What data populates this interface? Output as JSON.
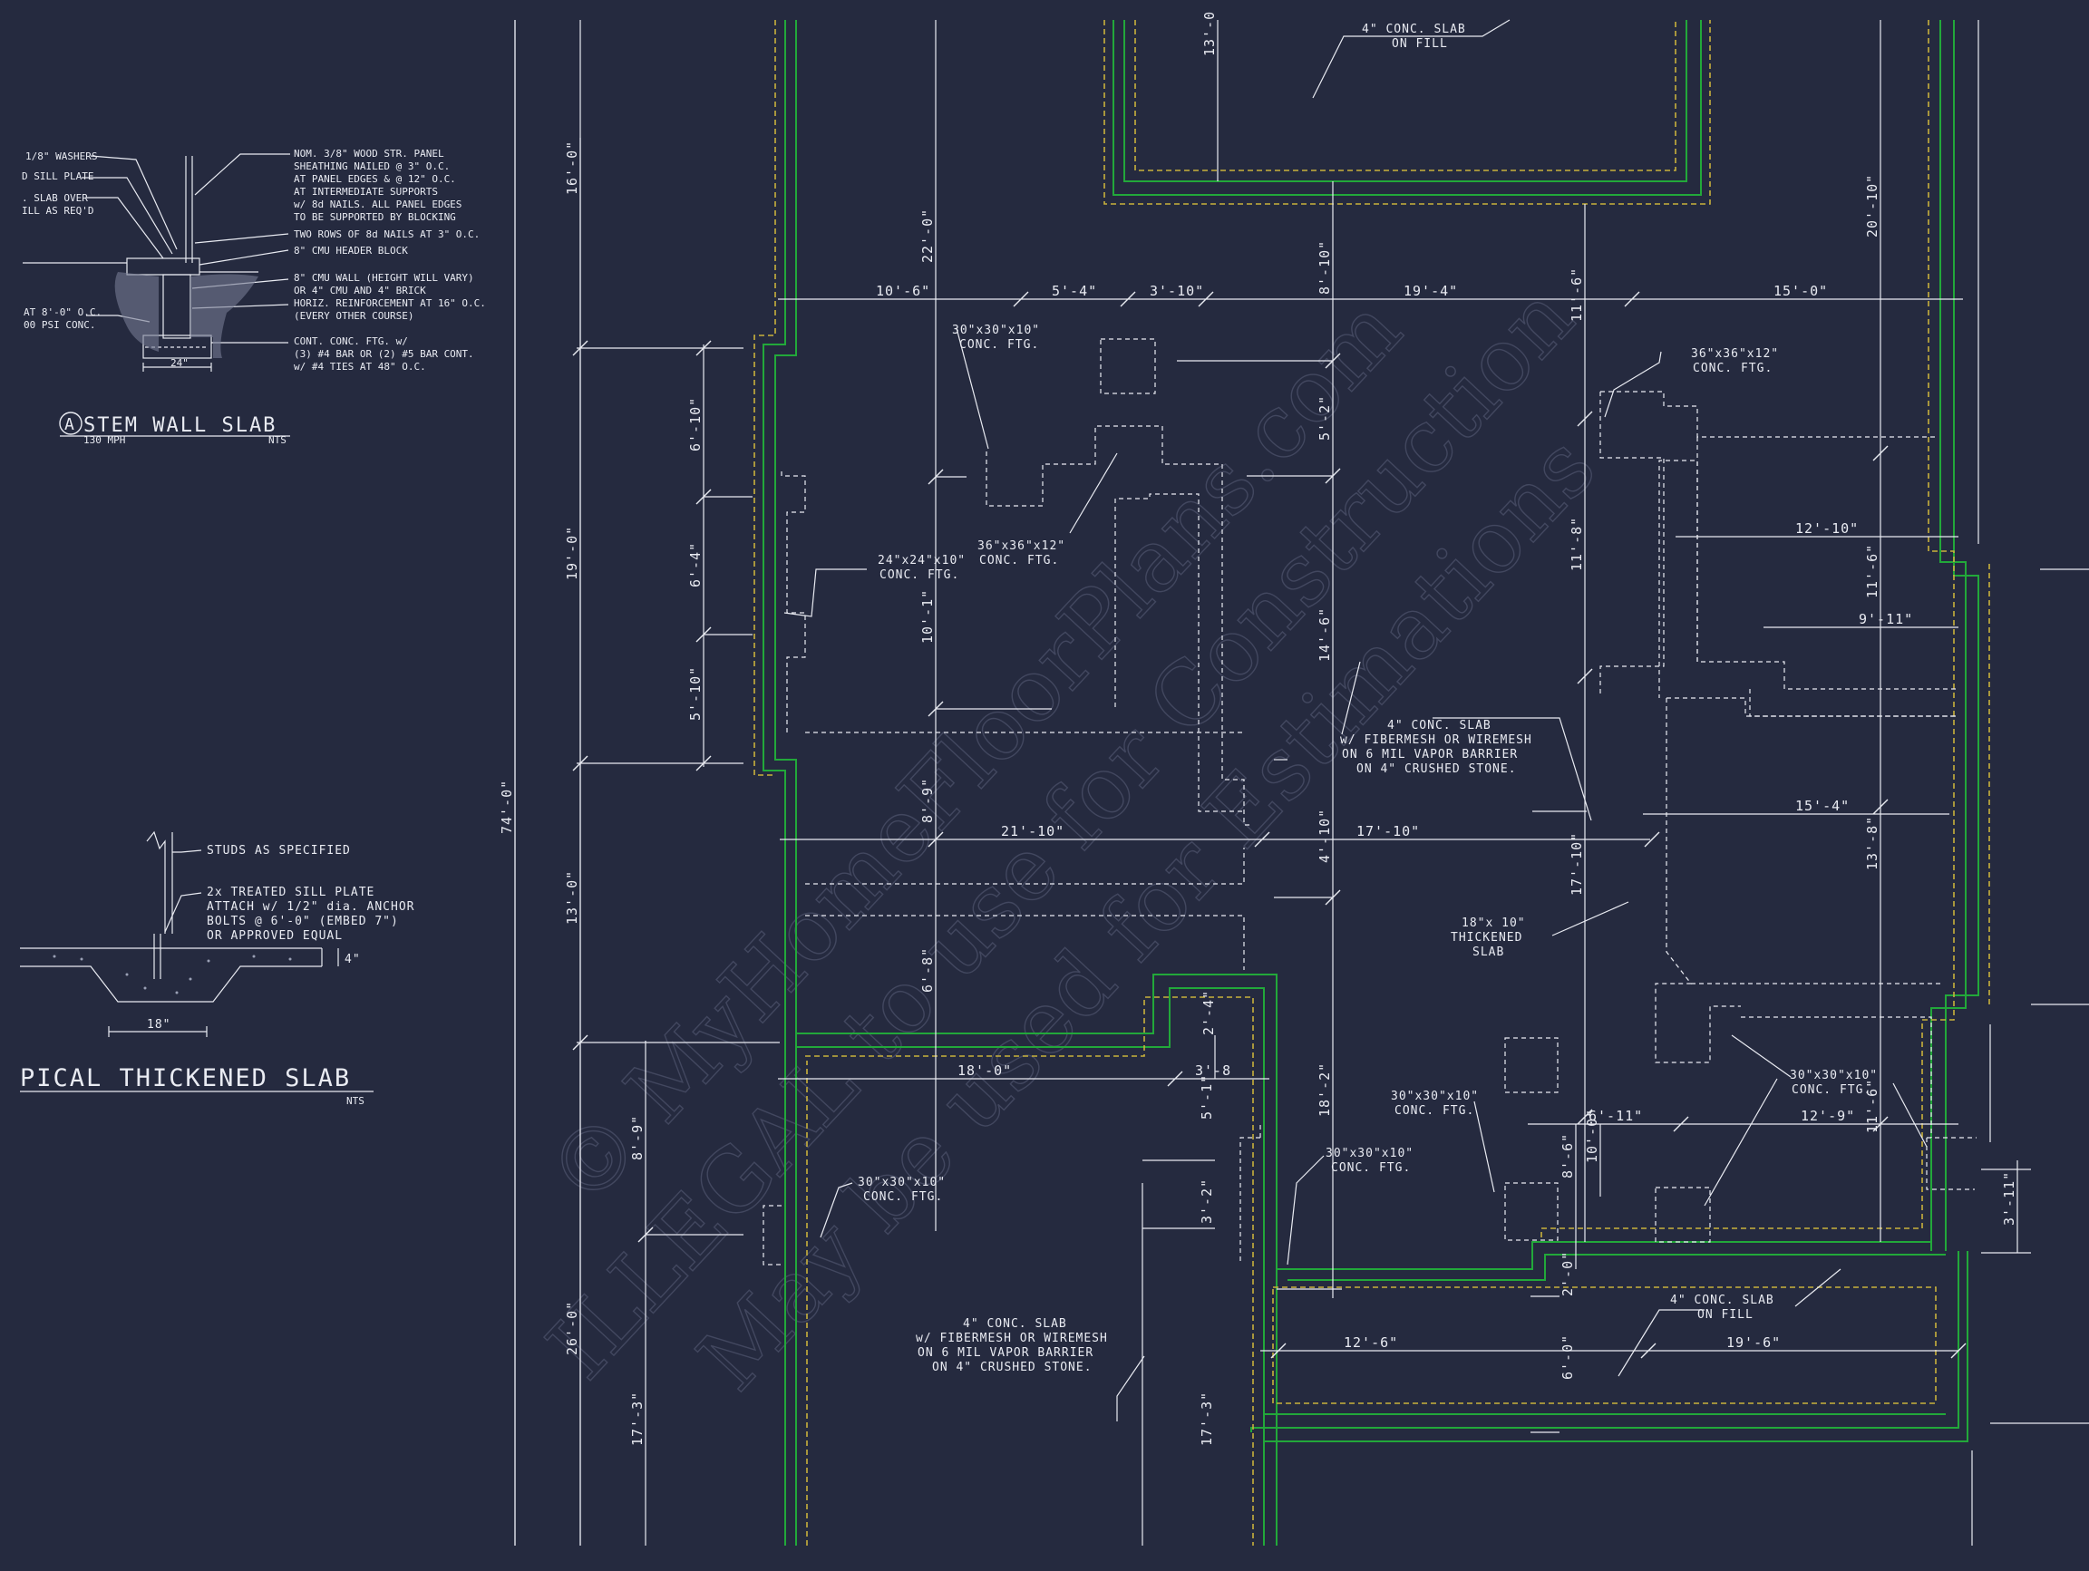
{
  "colors": {
    "background": "#252a3f",
    "line": "#e9ebf2",
    "wall_green": "#22a83a",
    "hidden_yellow": "#c9b13c",
    "watermark": "#5a607a"
  },
  "watermark": {
    "line1": "© MyHomeFloorPlans.com",
    "line2": "ILLEGAL to use for Construction",
    "line3": "May be used for Estimations"
  },
  "detail_stem_wall": {
    "notes_left": [
      "1/8\" WASHERS",
      "D SILL PLATE",
      ". SLAB OVER",
      "ILL AS REQ'D",
      "AT 8'-0\" O.C.",
      "00 PSI CONC."
    ],
    "notes_right": [
      "NOM. 3/8\" WOOD STR. PANEL",
      "SHEATHING NAILED @ 3\" O.C.",
      "AT PANEL EDGES & @ 12\" O.C.",
      "AT INTERMEDIATE SUPPORTS",
      "w/ 8d NAILS. ALL PANEL EDGES",
      "TO BE SUPPORTED BY BLOCKING",
      "TWO ROWS OF 8d NAILS AT 3\" O.C.",
      "8\" CMU HEADER BLOCK",
      "8\" CMU WALL (HEIGHT WILL VARY)",
      "OR 4\" CMU AND 4\" BRICK",
      "HORIZ. REINFORCEMENT AT 16\" O.C.",
      "(EVERY OTHER COURSE)",
      "CONT. CONC. FTG. w/",
      "(3) #4 BAR OR (2) #5 BAR CONT.",
      "w/ #4 TIES AT 48\" O.C."
    ],
    "width_dim": "24\"",
    "marker": "A",
    "title": "STEM WALL SLAB",
    "subtitle": "130 MPH",
    "scale": "NTS"
  },
  "detail_thickened": {
    "notes": [
      "STUDS AS SPECIFIED",
      "2x  TREATED SILL PLATE",
      "ATTACH w/ 1/2\" dia. ANCHOR",
      "BOLTS @ 6'-0\" (EMBED 7\")",
      "OR APPROVED EQUAL"
    ],
    "depth_dim": "4\"",
    "width_dim": "18\"",
    "title": "PICAL THICKENED SLAB",
    "scale": "NTS"
  },
  "plan_labels": {
    "slab_fill_top": [
      "4\" CONC. SLAB",
      "ON FILL"
    ],
    "ftg_30a": [
      "30\"x30\"x10\"",
      "CONC. FTG."
    ],
    "ftg_36a": [
      "36\"x36\"x12\"",
      "CONC. FTG."
    ],
    "ftg_24": [
      "24\"x24\"x10\"",
      "CONC. FTG."
    ],
    "ftg_36b": [
      "36\"x36\"x12\"",
      "CONC. FTG."
    ],
    "slab_main": [
      "4\" CONC. SLAB",
      "w/ FIBERMESH OR WIREMESH",
      "ON 6 MIL VAPOR BARRIER",
      "ON 4\" CRUSHED STONE."
    ],
    "thickened": [
      "18\"x 10\"",
      "THICKENED",
      "SLAB"
    ],
    "ftg_30b": [
      "30\"x30\"x10\"",
      "CONC. FTG."
    ],
    "ftg_30c": [
      "30\"x30\"x10\"",
      "CONC. FTG."
    ],
    "ftg_30d": [
      "30\"x30\"x10\"",
      "CONC. FTG."
    ],
    "ftg_30e": [
      "30\"x30\"x10\"",
      "CONC. FTG."
    ],
    "slab_lower": [
      "4\" CONC. SLAB",
      "w/ FIBERMESH OR WIREMESH",
      "ON 6 MIL VAPOR BARRIER",
      "ON 4\" CRUSHED STONE."
    ],
    "slab_fill_bottom": [
      "4\" CONC. SLAB",
      "ON FILL"
    ]
  },
  "dimensions": {
    "d_16_0": "16'-0\"",
    "d_19_0": "19'-0\"",
    "d_74_0": "74'-0\"",
    "d_13_0": "13'-0\"",
    "d_26_0": "26'-0\"",
    "d_6_10a": "6'-10\"",
    "d_6_4": "6'-4\"",
    "d_5_10": "5'-10\"",
    "d_8_9": "8'-9\"",
    "d_17_3a": "17'-3\"",
    "d_22_0": "22'-0\"",
    "d_10_1": "10'-1\"",
    "d_8_9b": "8'-9\"",
    "d_6_8": "6'-8\"",
    "d_13_c": "13'-0",
    "d_8_10": "8'-10\"",
    "d_5_2": "5'-2\"",
    "d_14_6": "14'-6\"",
    "d_4_10": "4'-10\"",
    "d_18_2": "18'-2\"",
    "d_11_6a": "11'-6\"",
    "d_11_8": "11'-8\"",
    "d_17_10v": "17'-10\"",
    "d_20_10": "20'-10\"",
    "d_11_6b": "11'-6\"",
    "d_13_8": "13'-8\"",
    "d_11_6c": "11'-6\"",
    "d_10_6": "10'-6\"",
    "d_5_4": "5'-4\"",
    "d_3_10": "3'-10\"",
    "d_19_4": "19'-4\"",
    "d_15_0": "15'-0\"",
    "d_12_10": "12'-10\"",
    "d_9_11": "9'-11\"",
    "d_21_10": "21'-10\"",
    "d_17_10h": "17'-10\"",
    "d_15_4": "15'-4\"",
    "d_2_4": "2'-4\"",
    "d_18_0": "18'-0\"",
    "d_3_8": "3'-8",
    "d_5_1": "5'-1\"",
    "d_3_2": "3'-2\"",
    "d_17_3b": "17'-3\"",
    "d_6_11": "6'-11\"",
    "d_12_9": "12'-9\"",
    "d_8_6": "8'-6\"",
    "d_10_0": "10'-0\"",
    "d_3_11": "3'-11\"",
    "d_2_0": "2'-0\"",
    "d_6_0": "6'-0\"",
    "d_12_6": "12'-6\"",
    "d_19_6": "19'-6\""
  }
}
